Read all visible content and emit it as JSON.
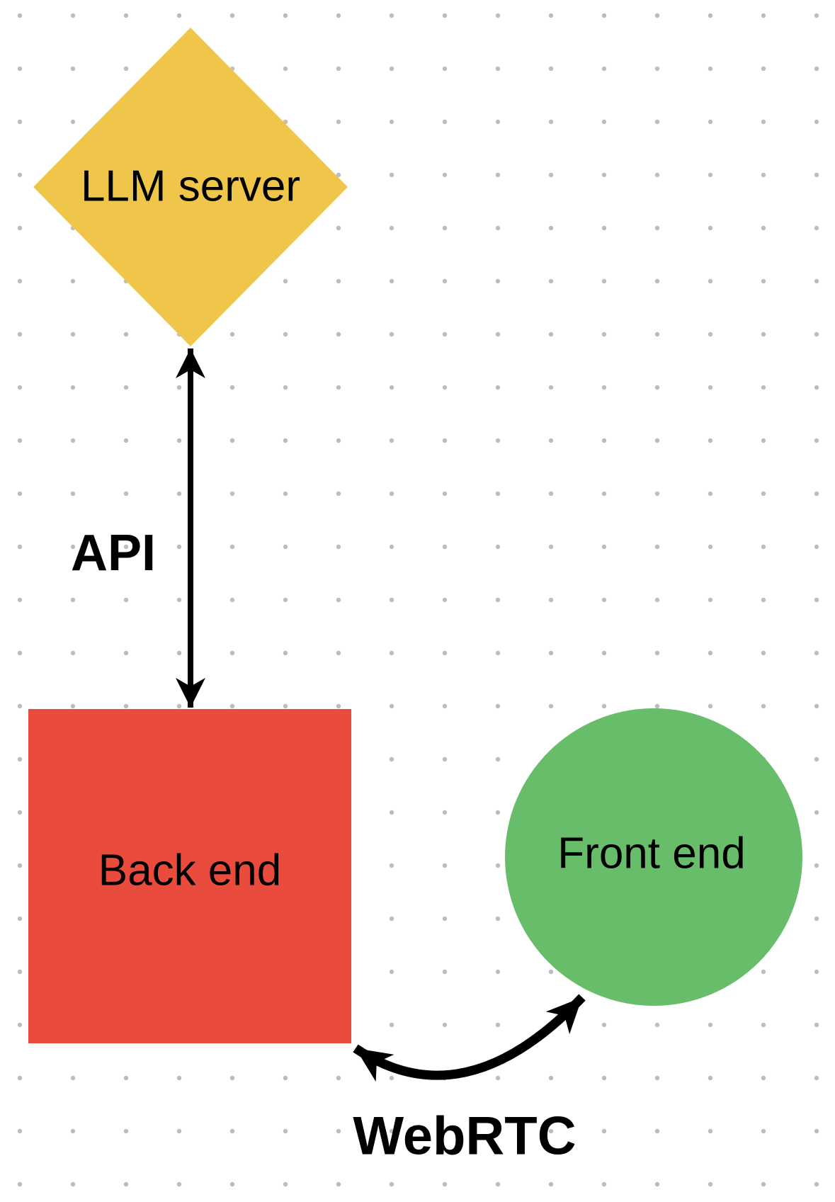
{
  "diagram": {
    "background": {
      "bg_color": "#ffffff",
      "dot_color": "#bdbdbd"
    },
    "nodes": [
      {
        "id": "llm-server",
        "shape": "diamond",
        "label": "LLM server",
        "fill": "#f0c64a",
        "text_color": "#000000"
      },
      {
        "id": "back-end",
        "shape": "square",
        "label": "Back end",
        "fill": "#e94b3c",
        "text_color": "#000000"
      },
      {
        "id": "front-end",
        "shape": "circle",
        "label": "Front end",
        "fill": "#68bd6a",
        "text_color": "#000000"
      }
    ],
    "edges": [
      {
        "id": "api",
        "label": "API",
        "style": "straight-double-arrow",
        "color": "#000000",
        "connects": [
          "llm-server",
          "back-end"
        ]
      },
      {
        "id": "webrtc",
        "label": "WebRTC",
        "style": "curved-double-arrow",
        "color": "#000000",
        "connects": [
          "back-end",
          "front-end"
        ]
      }
    ]
  }
}
